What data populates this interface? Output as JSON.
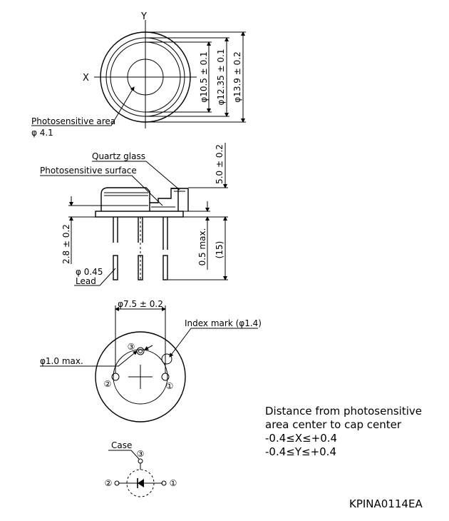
{
  "top_view": {
    "axis_x": "X",
    "axis_y": "Y",
    "dim_inner": "φ10.5 ± 0.1",
    "dim_mid": "φ12.35 ± 0.1",
    "dim_outer": "φ13.9 ± 0.2",
    "photosensitive_area_label": "Photosensitive area",
    "photosensitive_area_value": "φ 4.1"
  },
  "side_view": {
    "quartz_glass": "Quartz glass",
    "photosensitive_surface": "Photosensitive surface",
    "dim_height": "5.0 ± 0.2",
    "dim_surface_height": "2.8 ± 0.2",
    "dim_flange": "0.5 max.",
    "dim_lead_length": "(15)",
    "lead_diameter": "φ 0.45",
    "lead_label": "Lead"
  },
  "bottom_view": {
    "dim_pitch": "φ7.5 ± 0.2",
    "index_mark": "Index mark (φ1.4)",
    "pin_hole": "φ1.0 max.",
    "pin1": "①",
    "pin2": "②",
    "pin3": "③"
  },
  "schematic": {
    "case_label": "Case",
    "pin1": "①",
    "pin2": "②",
    "pin3": "③"
  },
  "note": {
    "line1": "Distance from photosensitive",
    "line2": "area center to cap center",
    "line3": "-0.4≤X≤+0.4",
    "line4": "-0.4≤Y≤+0.4"
  },
  "drawing_id": "KPINA0114EA"
}
